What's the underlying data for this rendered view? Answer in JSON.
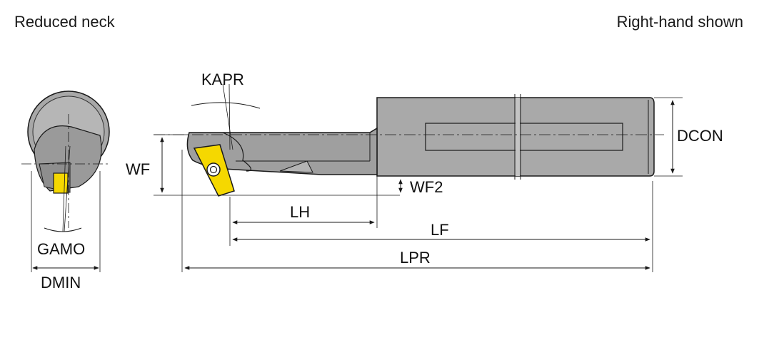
{
  "header": {
    "left_note": "Reduced neck",
    "right_note": "Right-hand shown"
  },
  "dimensions": {
    "kapr": "KAPR",
    "wf": "WF",
    "wf2": "WF2",
    "dcon": "DCON",
    "lh": "LH",
    "lf": "LF",
    "lpr": "LPR",
    "gamo": "GAMO",
    "dmin": "DMIN"
  },
  "colors": {
    "body": "#a9a9a9",
    "body_dark": "#7d7d7d",
    "insert": "#f5d800",
    "line": "#1a1a1a"
  }
}
